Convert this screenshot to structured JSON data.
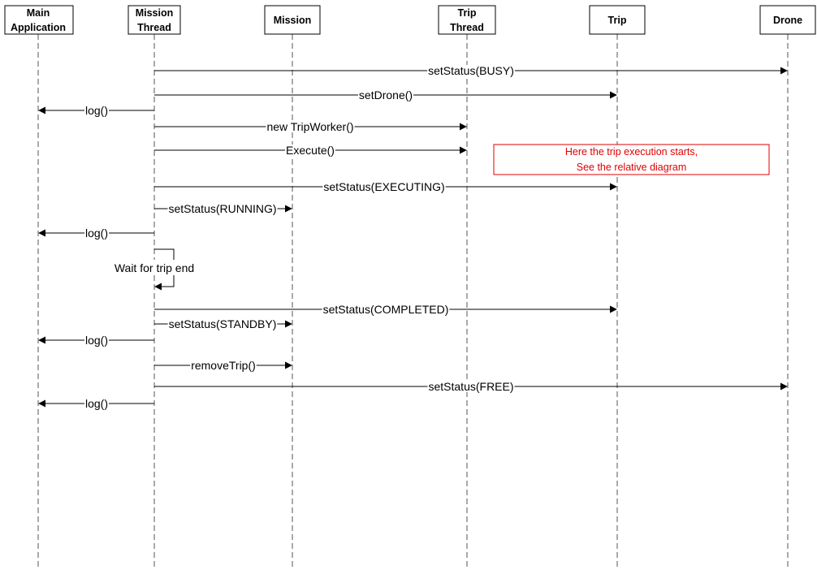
{
  "lifelines": [
    {
      "id": "main",
      "lines": [
        "Main",
        "Application"
      ]
    },
    {
      "id": "mission_thread",
      "lines": [
        "Mission",
        "Thread"
      ]
    },
    {
      "id": "mission",
      "lines": [
        "Mission"
      ]
    },
    {
      "id": "trip_thread",
      "lines": [
        "Trip",
        "Thread"
      ]
    },
    {
      "id": "trip",
      "lines": [
        "Trip"
      ]
    },
    {
      "id": "drone",
      "lines": [
        "Drone"
      ]
    }
  ],
  "messages": [
    {
      "from": "mission_thread",
      "to": "drone",
      "label": "setStatus(BUSY)"
    },
    {
      "from": "mission_thread",
      "to": "trip",
      "label": "setDrone()"
    },
    {
      "from": "mission_thread",
      "to": "main",
      "label": "log()"
    },
    {
      "from": "mission_thread",
      "to": "trip_thread",
      "label": "new TripWorker()"
    },
    {
      "from": "mission_thread",
      "to": "trip_thread",
      "label": "Execute()"
    },
    {
      "from": "mission_thread",
      "to": "trip",
      "label": "setStatus(EXECUTING)"
    },
    {
      "from": "mission_thread",
      "to": "mission",
      "label": "setStatus(RUNNING)"
    },
    {
      "from": "mission_thread",
      "to": "main",
      "label": "log()"
    },
    {
      "from": "mission_thread",
      "to": "mission_thread",
      "label": "Wait for trip end"
    },
    {
      "from": "mission_thread",
      "to": "trip",
      "label": "setStatus(COMPLETED)"
    },
    {
      "from": "mission_thread",
      "to": "mission",
      "label": "setStatus(STANDBY)"
    },
    {
      "from": "mission_thread",
      "to": "main",
      "label": "log()"
    },
    {
      "from": "mission_thread",
      "to": "mission",
      "label": "removeTrip()"
    },
    {
      "from": "mission_thread",
      "to": "drone",
      "label": "setStatus(FREE)"
    },
    {
      "from": "mission_thread",
      "to": "main",
      "label": "log()"
    }
  ],
  "note": {
    "lines": [
      "Here the trip execution starts,",
      "See the relative diagram"
    ],
    "color": "#e00000"
  },
  "colors": {
    "line": "#000000",
    "lifeline": "#555555",
    "note_border": "#e00000"
  }
}
